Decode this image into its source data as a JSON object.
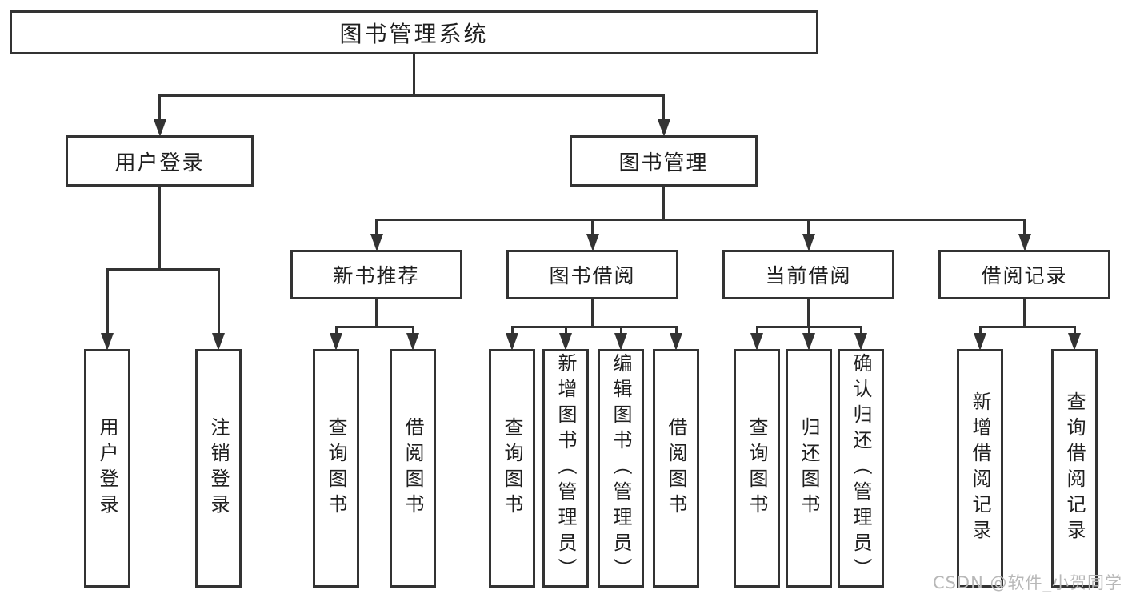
{
  "diagram": {
    "title": "图书管理系统",
    "watermark": "CSDN @软件_小贺同学",
    "colors": {
      "line": "#333333",
      "text": "#1f1f1f",
      "background": "#ffffff",
      "watermark": "#b8b8b8"
    },
    "nodes": [
      {
        "id": "root",
        "label": "图书管理系统",
        "parent": null
      },
      {
        "id": "user-login",
        "label": "用户登录",
        "parent": "root"
      },
      {
        "id": "book-management",
        "label": "图书管理",
        "parent": "root"
      },
      {
        "id": "user-login-leaf",
        "label": "用户登录",
        "parent": "user-login"
      },
      {
        "id": "logout-leaf",
        "label": "注销登录",
        "parent": "user-login"
      },
      {
        "id": "new-book-recommend",
        "label": "新书推荐",
        "parent": "book-management"
      },
      {
        "id": "book-borrowing",
        "label": "图书借阅",
        "parent": "book-management"
      },
      {
        "id": "current-borrowing",
        "label": "当前借阅",
        "parent": "book-management"
      },
      {
        "id": "borrowing-records",
        "label": "借阅记录",
        "parent": "book-management"
      },
      {
        "id": "query-books-1",
        "label": "查询图书",
        "parent": "new-book-recommend"
      },
      {
        "id": "borrow-books-1",
        "label": "借阅图书",
        "parent": "new-book-recommend"
      },
      {
        "id": "query-books-2",
        "label": "查询图书",
        "parent": "book-borrowing"
      },
      {
        "id": "add-books",
        "label": "新增图书（管理员）",
        "parent": "book-borrowing"
      },
      {
        "id": "edit-books",
        "label": "编辑图书（管理员）",
        "parent": "book-borrowing"
      },
      {
        "id": "borrow-books-2",
        "label": "借阅图书",
        "parent": "book-borrowing"
      },
      {
        "id": "query-books-3",
        "label": "查询图书",
        "parent": "current-borrowing"
      },
      {
        "id": "return-books",
        "label": "归还图书",
        "parent": "current-borrowing"
      },
      {
        "id": "confirm-return",
        "label": "确认归还（管理员）",
        "parent": "current-borrowing"
      },
      {
        "id": "add-borrow-record",
        "label": "新增借阅记录",
        "parent": "borrowing-records"
      },
      {
        "id": "query-borrow-record",
        "label": "查询借阅记录",
        "parent": "borrowing-records"
      }
    ]
  }
}
